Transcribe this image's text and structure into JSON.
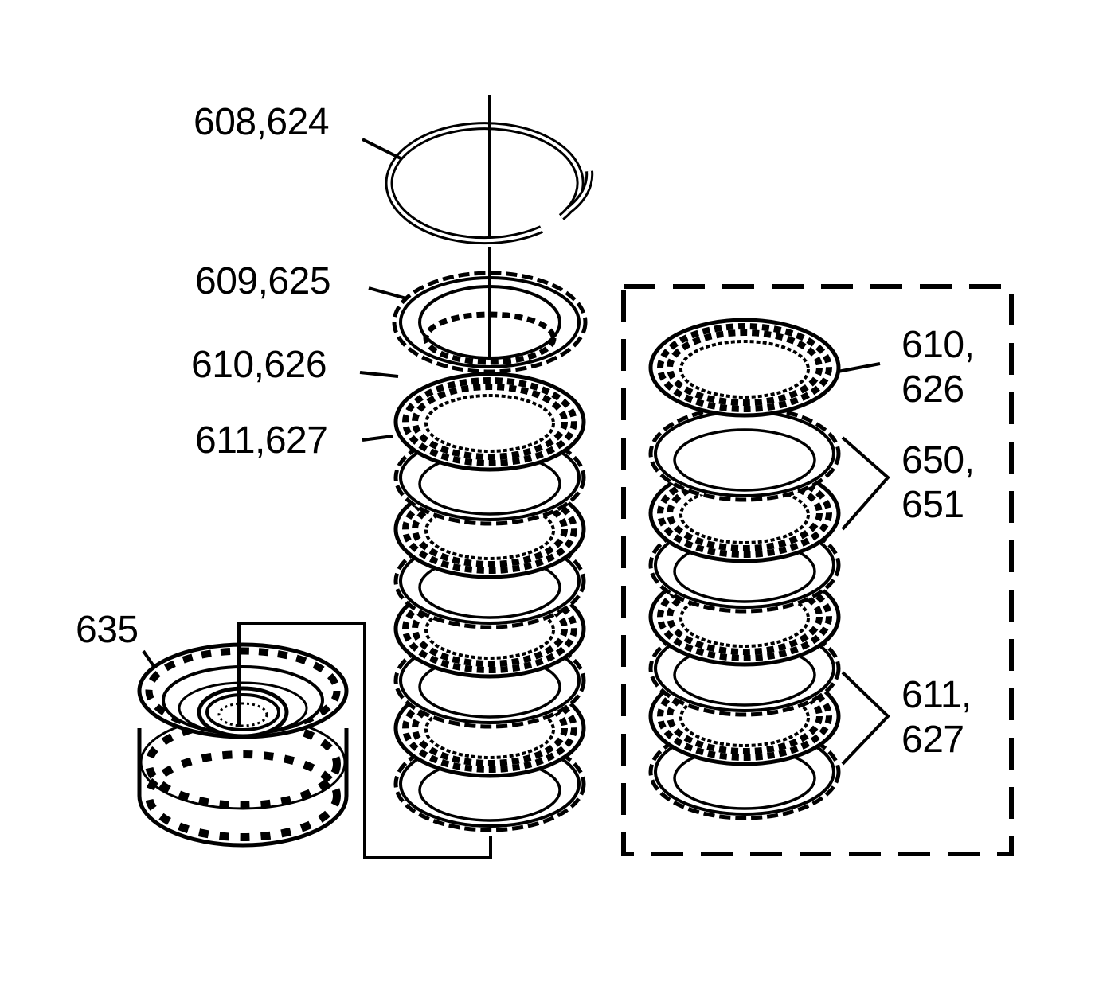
{
  "diagram": {
    "type": "exploded-parts-view",
    "colors": {
      "ink": "#000000",
      "background": "#ffffff"
    },
    "labels": {
      "snap_ring": "608,624",
      "backing_plate": "609,625",
      "fiber_plate": "610,626",
      "steel_plate": "611,627",
      "housing": "635",
      "box_fiber_line1": "610,",
      "box_fiber_line2": "626",
      "box_selective_line1": "650,",
      "box_selective_line2": "651",
      "box_steel_line1": "611,",
      "box_steel_line2": "627"
    },
    "parts": [
      {
        "callout": "608,624",
        "name": "snap-ring"
      },
      {
        "callout": "609,625",
        "name": "backing-plate"
      },
      {
        "callout": "610,626",
        "name": "fiber-clutch-plate"
      },
      {
        "callout": "611,627",
        "name": "steel-clutch-plate"
      },
      {
        "callout": "635",
        "name": "clutch-housing-drum"
      },
      {
        "callout": "650,651",
        "name": "selective-plate"
      }
    ]
  }
}
